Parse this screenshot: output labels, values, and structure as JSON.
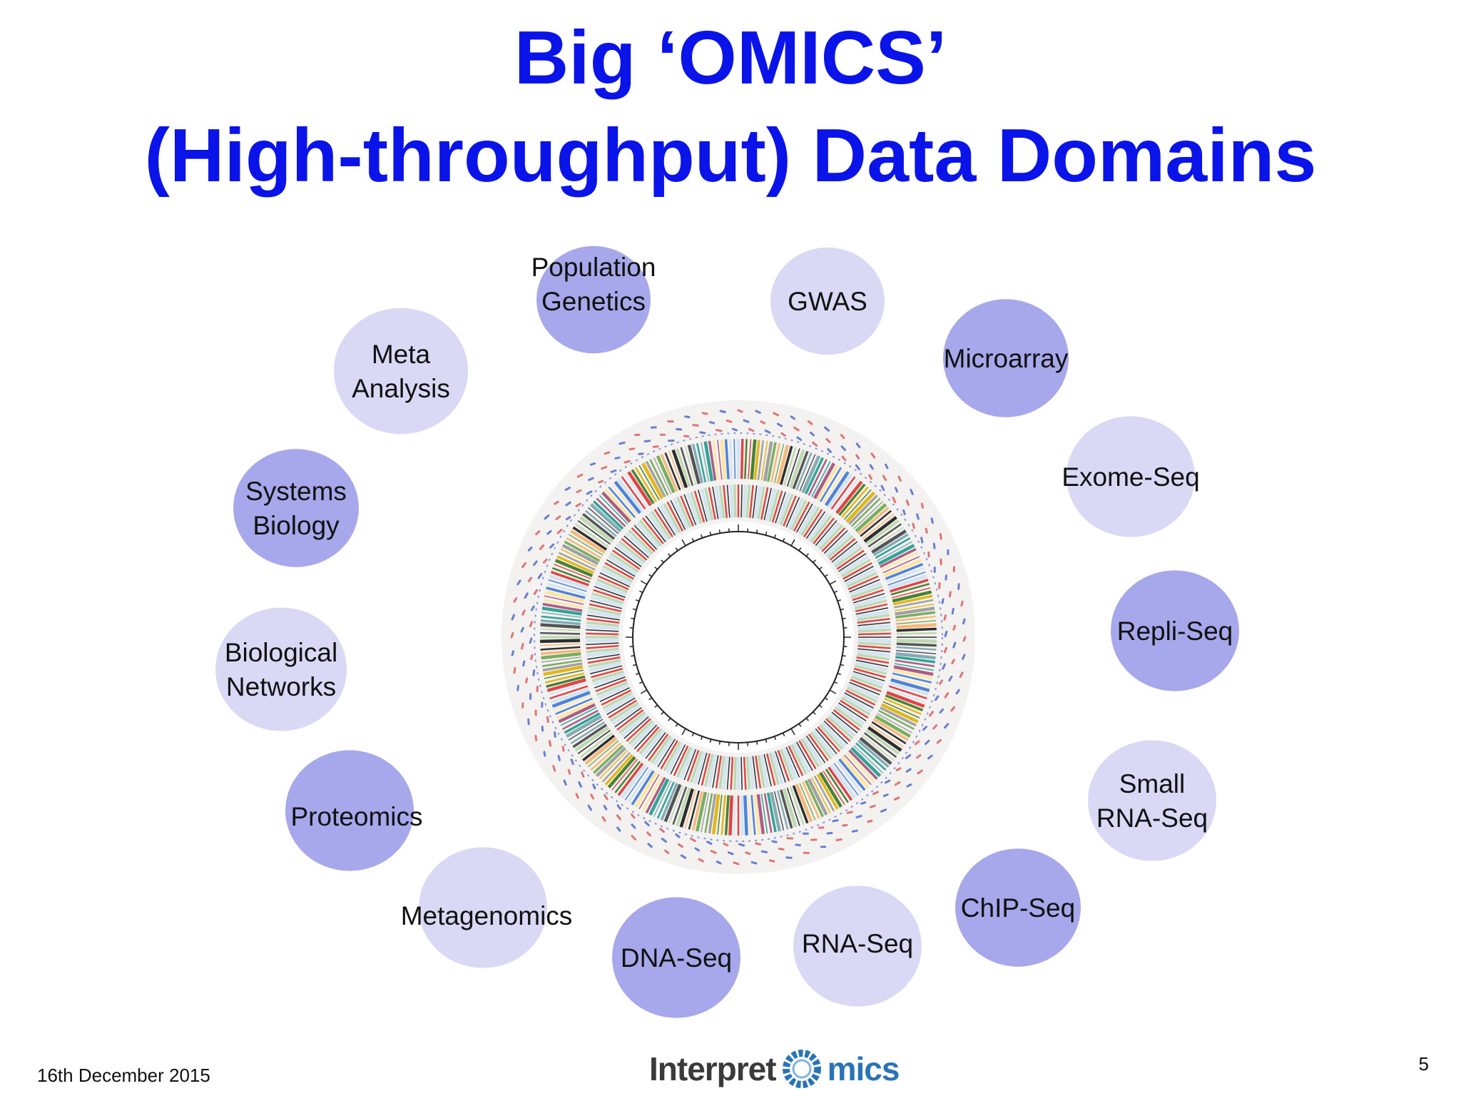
{
  "title": {
    "line1": "Big ‘OMICS’",
    "line2": "(High-throughput) Data Domains"
  },
  "nodes": [
    {
      "id": "population-genetics",
      "lines": [
        "Population",
        "Genetics"
      ],
      "shade": "dark"
    },
    {
      "id": "gwas",
      "lines": [
        "GWAS"
      ],
      "shade": "light"
    },
    {
      "id": "microarray",
      "lines": [
        "Microarray"
      ],
      "shade": "dark"
    },
    {
      "id": "exome-seq",
      "lines": [
        "Exome-Seq"
      ],
      "shade": "light"
    },
    {
      "id": "repli-seq",
      "lines": [
        "Repli-Seq"
      ],
      "shade": "dark"
    },
    {
      "id": "small-rna-seq",
      "lines": [
        "Small",
        "RNA-Seq"
      ],
      "shade": "light"
    },
    {
      "id": "chip-seq",
      "lines": [
        "ChIP-Seq"
      ],
      "shade": "dark"
    },
    {
      "id": "rna-seq",
      "lines": [
        "RNA-Seq"
      ],
      "shade": "light"
    },
    {
      "id": "dna-seq",
      "lines": [
        "DNA-Seq"
      ],
      "shade": "dark"
    },
    {
      "id": "metagenomics",
      "lines": [
        "Metagenomics"
      ],
      "shade": "light"
    },
    {
      "id": "proteomics",
      "lines": [
        "Proteomics"
      ],
      "shade": "dark"
    },
    {
      "id": "biological-networks",
      "lines": [
        "Biological",
        "Networks"
      ],
      "shade": "light"
    },
    {
      "id": "systems-biology",
      "lines": [
        "Systems",
        "Biology"
      ],
      "shade": "dark"
    },
    {
      "id": "meta-analysis",
      "lines": [
        "Meta",
        "Analysis"
      ],
      "shade": "light"
    }
  ],
  "colors": {
    "title": "#0b14e8",
    "node_dark": "#a7a8ec",
    "node_light": "#d9d9f6",
    "ring_red": "#d94b4b",
    "ring_blue": "#3b58c8"
  },
  "footer": {
    "date": "16th December 2015",
    "page_number": "5"
  },
  "logo": {
    "part1": "Interpret",
    "part2": "mics",
    "ring_icon": "omics-ring-logo-icon"
  }
}
